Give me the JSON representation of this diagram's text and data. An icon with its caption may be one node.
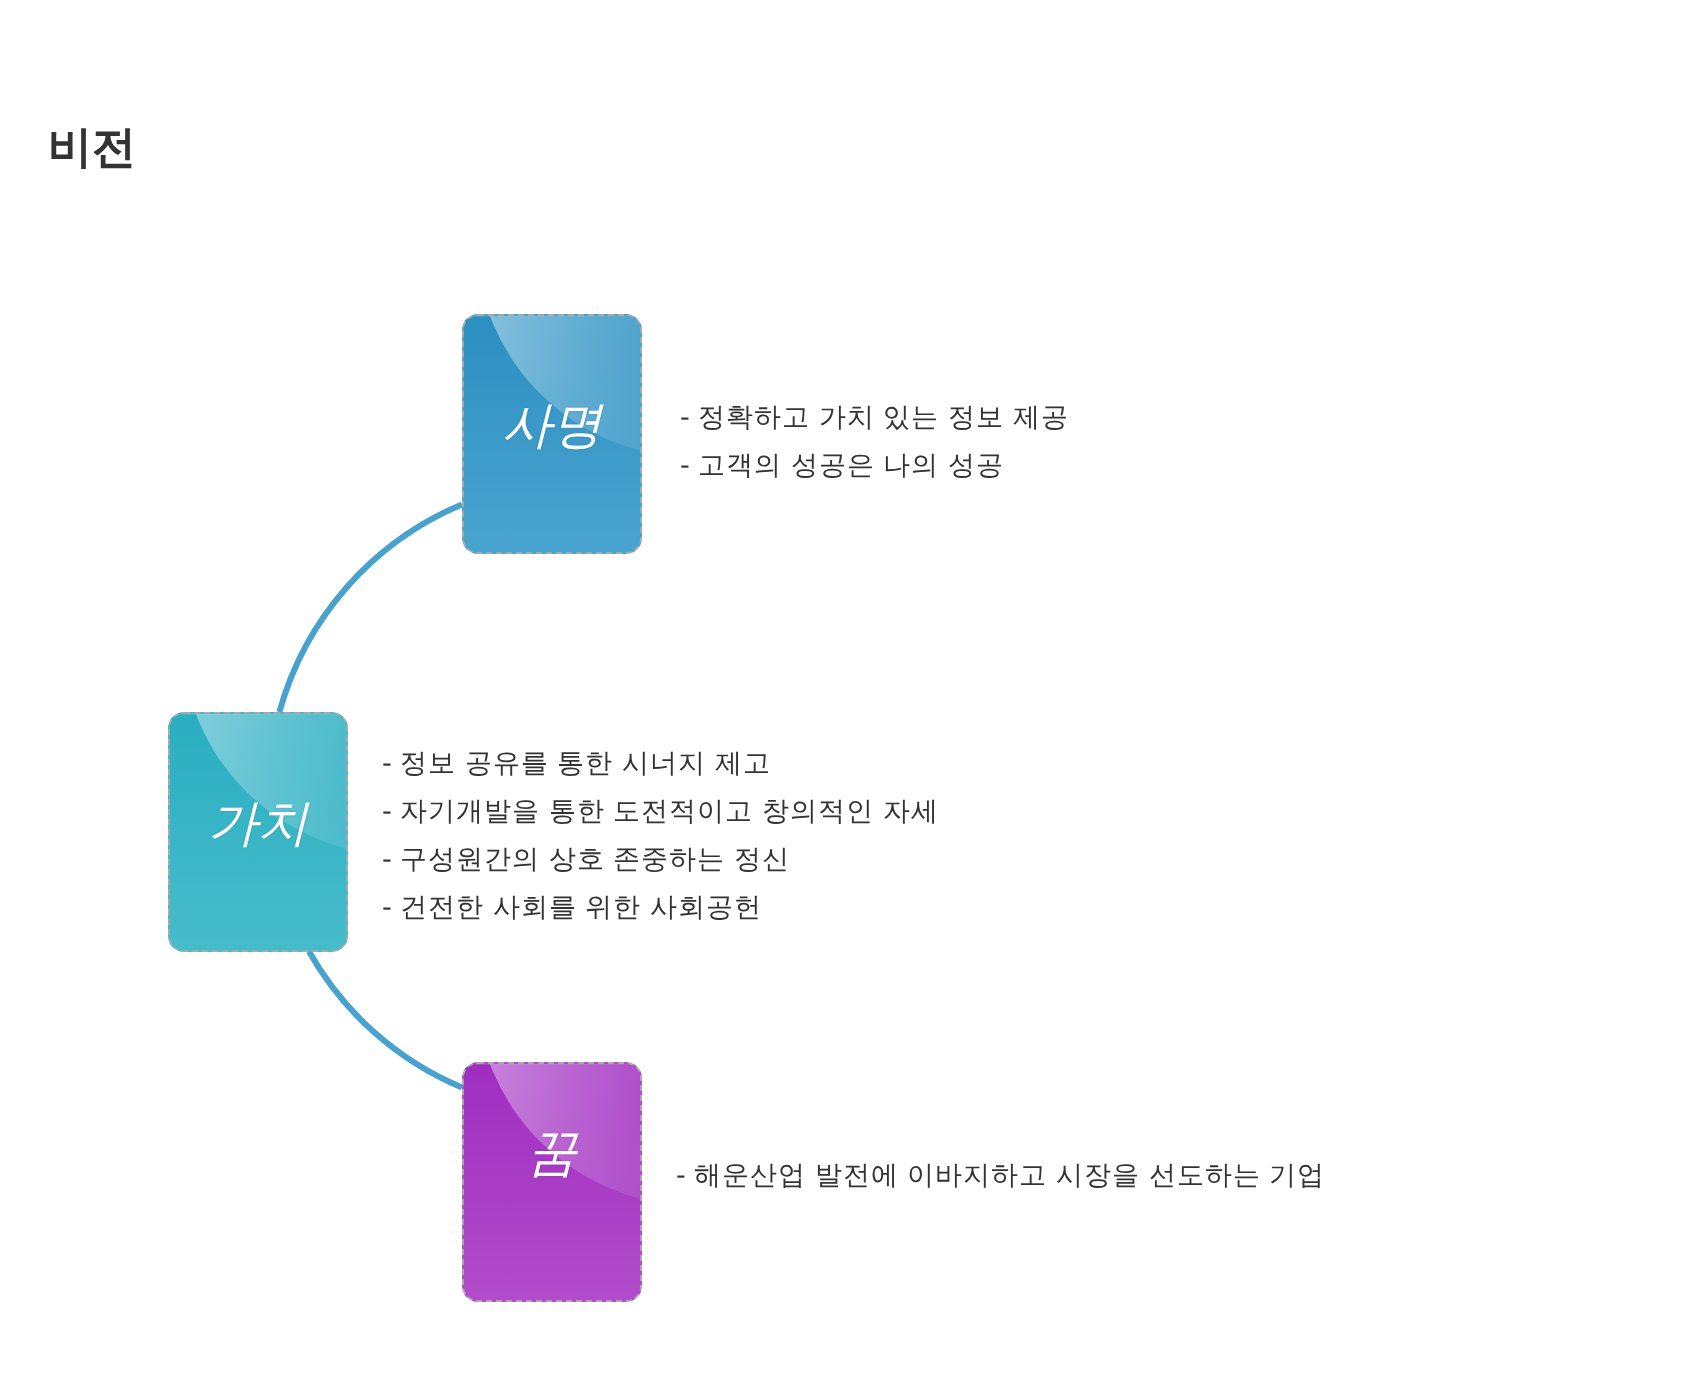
{
  "diagram": {
    "title": "비전",
    "nodes": [
      {
        "text": [
          "사명"
        ],
        "beside": [
          "- 정확하고 가치 있는 정보 제공",
          "- 고객의 성공은 나의 성공"
        ]
      },
      {
        "text": [
          "가치"
        ],
        "beside": [
          "- 정보 공유를 통한 시너지 제고",
          "- 자기개발을 통한 도전적이고 창의적인 자세",
          "- 구성원간의 상호 존중하는 정신",
          "- 건전한 사회를 위한 사회공헌"
        ]
      },
      {
        "text": [
          "꿈"
        ],
        "beside": [
          "- 해운산업 발전에 이바지하고 시장을 선도하는 기업"
        ]
      }
    ],
    "edges": [
      {
        "from": 0,
        "to": 1,
        "arrow": "none"
      },
      {
        "from": 1,
        "to": 2,
        "arrow": "none"
      }
    ]
  }
}
